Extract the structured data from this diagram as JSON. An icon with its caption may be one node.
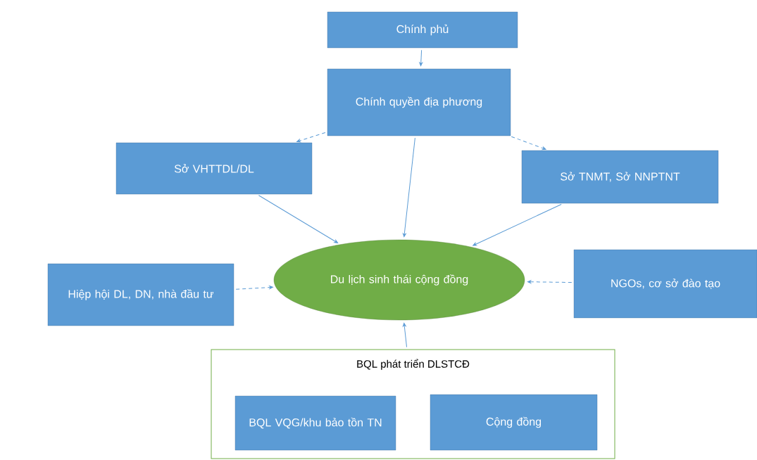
{
  "diagram": {
    "nodes": [
      {
        "text": [
          "Chính phủ"
        ]
      },
      {
        "text": [
          "Chính quyền địa phương"
        ]
      },
      {
        "text": [
          "Sở VHTTDL/DL"
        ]
      },
      {
        "text": [
          "Sở TNMT, Sở NNPTNT"
        ]
      },
      {
        "text": [
          "Du lịch sinh thái cộng đồng"
        ]
      },
      {
        "text": [
          "Hiệp hội DL, DN, nhà đầu tư"
        ]
      },
      {
        "text": [
          "NGOs, cơ sở đào tạo"
        ]
      },
      {
        "text": [
          "BQL phát triển DLSTCĐ"
        ]
      },
      {
        "text": [
          "BQL VQG/khu bảo tồn TN"
        ],
        "in": 7
      },
      {
        "text": [
          "Cộng đồng"
        ],
        "in": 7
      }
    ],
    "edges": [
      {
        "from": 0,
        "to": 1,
        "arrow": "to"
      },
      {
        "from": 1,
        "to": 2,
        "arrow": "to",
        "style": "dashed"
      },
      {
        "from": 1,
        "to": 3,
        "arrow": "to",
        "style": "dashed"
      },
      {
        "from": 1,
        "to": 4,
        "arrow": "to"
      },
      {
        "from": 2,
        "to": 4,
        "arrow": "to"
      },
      {
        "from": 3,
        "to": 4,
        "arrow": "to"
      },
      {
        "from": 5,
        "to": 4,
        "arrow": "to",
        "style": "dashed"
      },
      {
        "from": 6,
        "to": 4,
        "arrow": "to",
        "style": "dashed"
      },
      {
        "from": 7,
        "to": 4,
        "arrow": "to"
      }
    ]
  }
}
